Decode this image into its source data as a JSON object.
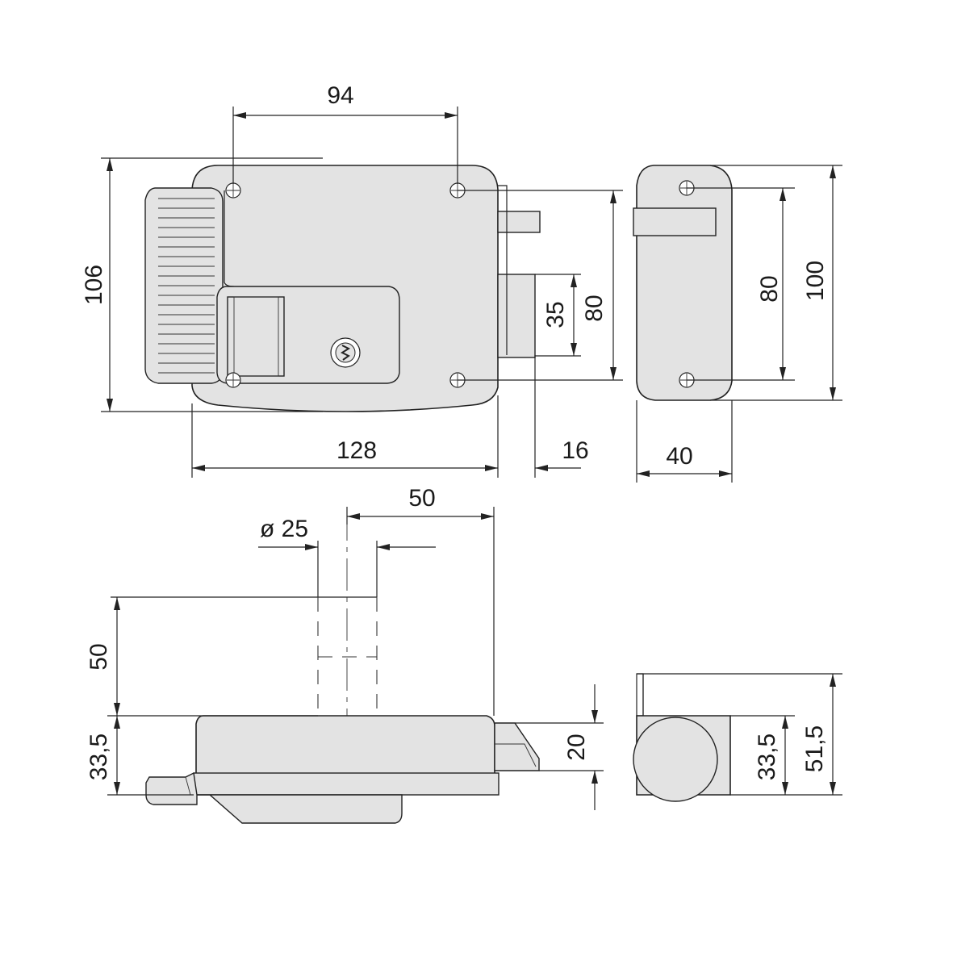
{
  "dimensions": {
    "front_width_hole_spacing": "94",
    "front_height": "106",
    "front_body_width": "128",
    "bolt_projection": "16",
    "bolt_height": "35",
    "hole_spacing_vertical": "80",
    "side_hole_spacing": "80",
    "side_height": "100",
    "side_depth": "40",
    "cylinder_offset": "50",
    "cylinder_diameter": "ø 25",
    "cylinder_length": "50",
    "bottom_body_depth": "33,5",
    "bolt_thickness": "20",
    "end_body_depth": "33,5",
    "end_total_depth": "51,5"
  }
}
